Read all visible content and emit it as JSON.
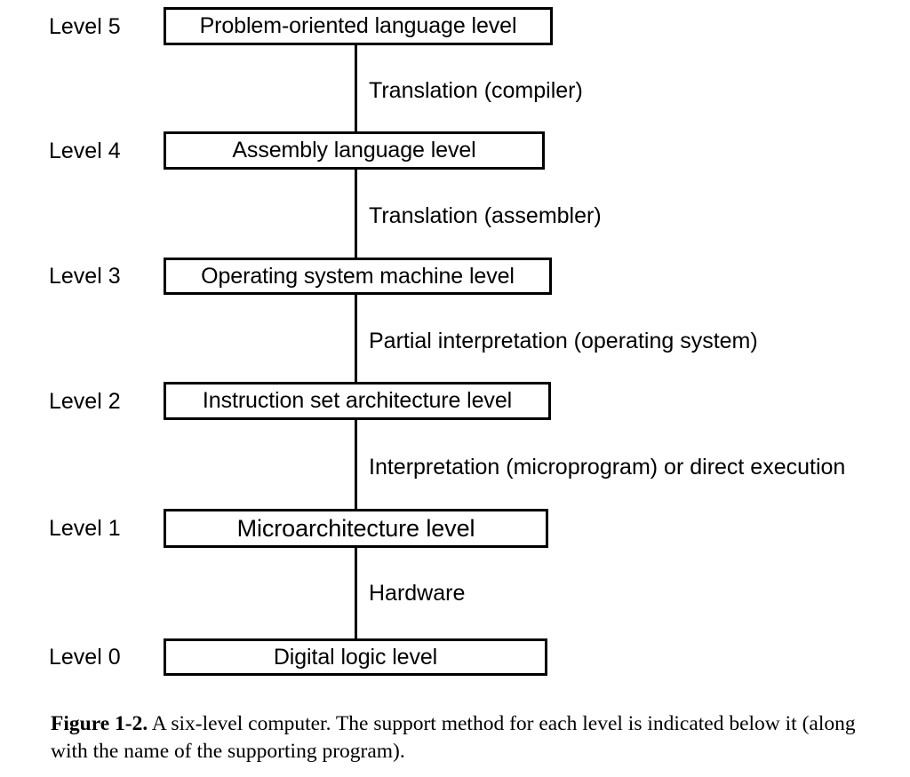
{
  "figure": {
    "levels": [
      {
        "name": "Level 5",
        "box_label": "Problem-oriented language level",
        "edge_label": "Translation (compiler)"
      },
      {
        "name": "Level 4",
        "box_label": "Assembly language level",
        "edge_label": "Translation (assembler)"
      },
      {
        "name": "Level 3",
        "box_label": "Operating system machine level",
        "edge_label": "Partial interpretation (operating system)"
      },
      {
        "name": "Level 2",
        "box_label": "Instruction set architecture level",
        "edge_label": "Interpretation (microprogram) or direct execution"
      },
      {
        "name": "Level 1",
        "box_label": "Microarchitecture level",
        "edge_label": "Hardware"
      },
      {
        "name": "Level 0",
        "box_label": "Digital logic level",
        "edge_label": ""
      }
    ],
    "caption": {
      "figure_number": "Figure 1-2.",
      "text": "  A six-level computer.  The support method for each level is indicated below it (along with the name of the supporting program)."
    },
    "colors": {
      "ink": "#000000",
      "paper": "#ffffff"
    }
  },
  "chart_data": {
    "type": "diagram",
    "title": "A six-level computer",
    "nodes": [
      {
        "level": 5,
        "label": "Problem-oriented language level"
      },
      {
        "level": 4,
        "label": "Assembly language level"
      },
      {
        "level": 3,
        "label": "Operating system machine level"
      },
      {
        "level": 2,
        "label": "Instruction set architecture level"
      },
      {
        "level": 1,
        "label": "Microarchitecture level"
      },
      {
        "level": 0,
        "label": "Digital logic level"
      }
    ],
    "edges": [
      {
        "from": 5,
        "to": 4,
        "label": "Translation (compiler)"
      },
      {
        "from": 4,
        "to": 3,
        "label": "Translation (assembler)"
      },
      {
        "from": 3,
        "to": 2,
        "label": "Partial interpretation (operating system)"
      },
      {
        "from": 2,
        "to": 1,
        "label": "Interpretation (microprogram) or direct execution"
      },
      {
        "from": 1,
        "to": 0,
        "label": "Hardware"
      }
    ]
  }
}
